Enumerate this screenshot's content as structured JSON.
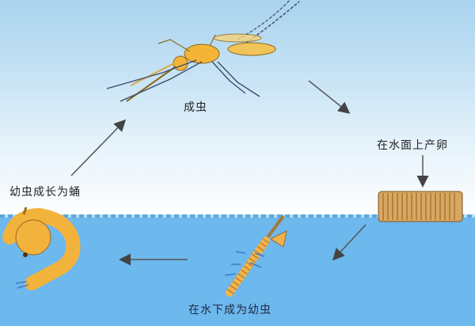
{
  "diagram": {
    "title": "",
    "stages": [
      {
        "id": "adult",
        "label": "成虫"
      },
      {
        "id": "eggs",
        "label": "在水面上产卵"
      },
      {
        "id": "larva",
        "label": "在水下成为幼虫"
      },
      {
        "id": "pupa",
        "label": "幼虫成长为蛹"
      }
    ],
    "flow": [
      "adult",
      "eggs",
      "larva",
      "pupa",
      "adult"
    ],
    "colors": {
      "sky_top": "#a9d3ef",
      "water": "#6db8ec",
      "insect_body": "#f4b537",
      "egg_raft": "#d9a760",
      "arrow": "#555555"
    }
  }
}
